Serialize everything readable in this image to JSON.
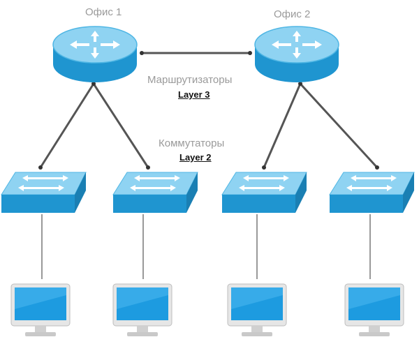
{
  "offices": [
    {
      "label": "Офис 1"
    },
    {
      "label": "Офис 2"
    }
  ],
  "routers": {
    "label": "Маршрутизаторы",
    "layer": "Layer 3"
  },
  "switches": {
    "label": "Коммутаторы",
    "layer": "Layer 2"
  },
  "colors": {
    "device_top": "#8fd3f2",
    "device_side": "#1f95d0",
    "device_edge": "#4fb6e4",
    "link": "#555555",
    "thin_link": "#777777",
    "monitor_frame": "#d8d8d8",
    "monitor_screen": "#1d9be0"
  }
}
